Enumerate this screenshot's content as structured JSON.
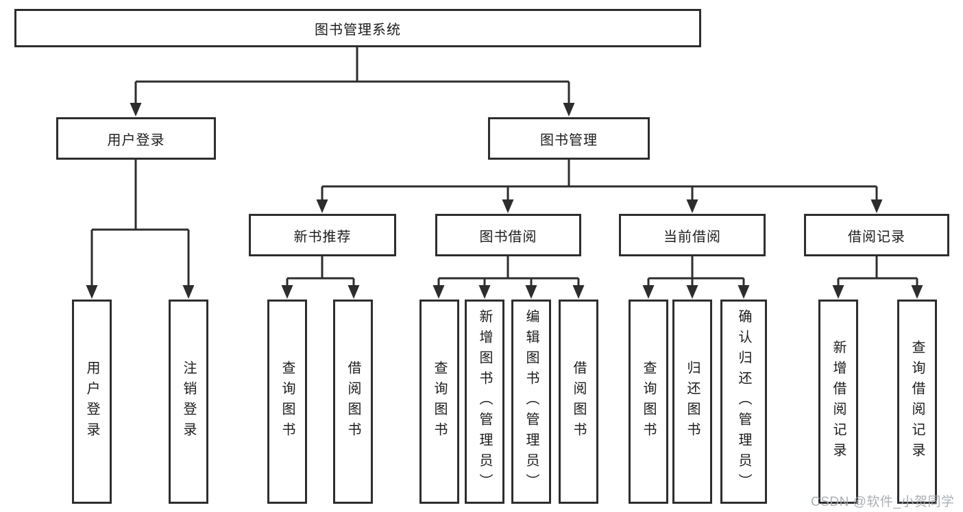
{
  "diagram": {
    "root": {
      "label": "图书管理系统"
    },
    "login_branch": {
      "label": "用户登录",
      "leaves": [
        {
          "label": "用户登录"
        },
        {
          "label": "注销登录"
        }
      ]
    },
    "management_branch": {
      "label": "图书管理",
      "sections": [
        {
          "label": "新书推荐",
          "leaves": [
            {
              "label": "查询图书"
            },
            {
              "label": "借阅图书"
            }
          ]
        },
        {
          "label": "图书借阅",
          "leaves": [
            {
              "label": "查询图书"
            },
            {
              "label": "新增图书（管理员）"
            },
            {
              "label": "编辑图书（管理员）"
            },
            {
              "label": "借阅图书"
            }
          ]
        },
        {
          "label": "当前借阅",
          "leaves": [
            {
              "label": "查询图书"
            },
            {
              "label": "归还图书"
            },
            {
              "label": "确认归还（管理员）"
            }
          ]
        },
        {
          "label": "借阅记录",
          "leaves": [
            {
              "label": "新增借阅记录"
            },
            {
              "label": "查询借阅记录"
            }
          ]
        }
      ]
    },
    "colors": {
      "line": "#2d2d2d",
      "text": "#1c1c1c",
      "background": "#ffffff",
      "watermark": "#a4a9ae"
    },
    "watermark": "CSDN @软件_小贺同学"
  }
}
